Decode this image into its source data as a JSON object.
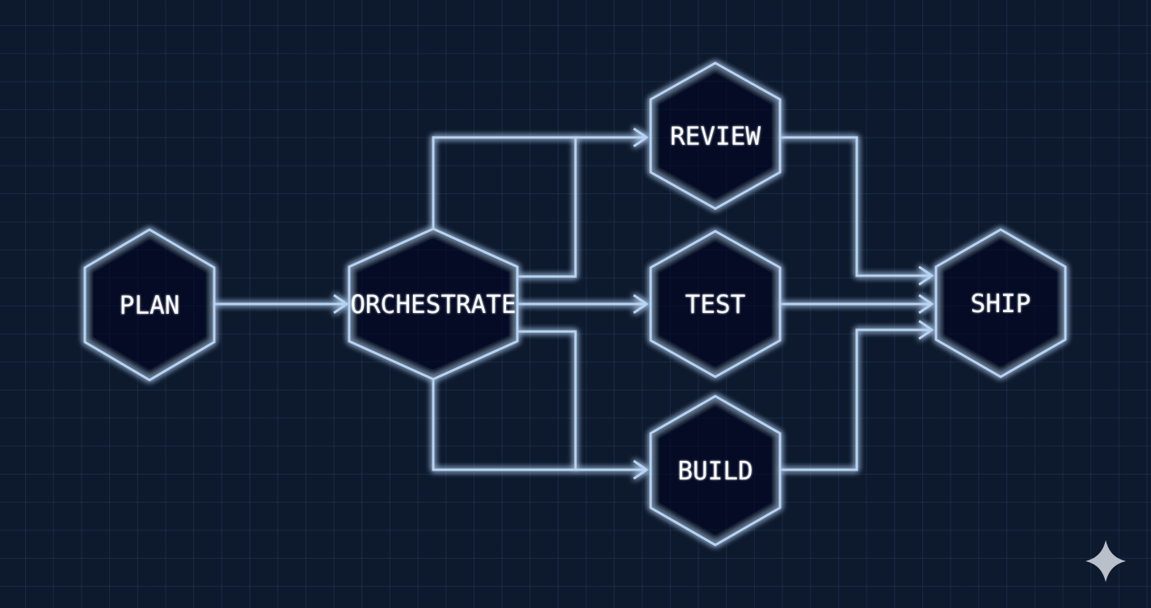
{
  "diagram": {
    "nodes": {
      "plan": {
        "label": "PLAN"
      },
      "orchestrate": {
        "label": "ORCHESTRATE"
      },
      "review": {
        "label": "REVIEW"
      },
      "test": {
        "label": "TEST"
      },
      "build": {
        "label": "BUILD"
      },
      "ship": {
        "label": "SHIP"
      }
    },
    "edges": [
      {
        "from": "PLAN",
        "to": "ORCHESTRATE"
      },
      {
        "from": "ORCHESTRATE",
        "to": "REVIEW"
      },
      {
        "from": "ORCHESTRATE",
        "to": "TEST"
      },
      {
        "from": "ORCHESTRATE",
        "to": "BUILD"
      },
      {
        "from": "REVIEW",
        "to": "SHIP"
      },
      {
        "from": "TEST",
        "to": "SHIP"
      },
      {
        "from": "BUILD",
        "to": "SHIP"
      }
    ],
    "colors": {
      "background": "#0d1a2e",
      "grid_line": "#1c2d49",
      "edge_stroke": "#b8d4f4",
      "node_stroke": "#b8d4f4",
      "label_text": "#f8fafd",
      "sparkle": "#b9c0ca"
    },
    "icons": {
      "logo": "sparkle-icon"
    }
  }
}
